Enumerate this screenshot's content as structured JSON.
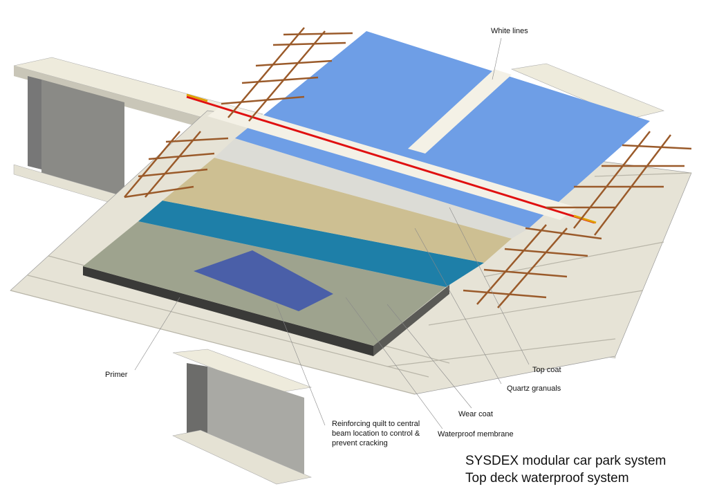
{
  "labels": {
    "white_lines": "White lines",
    "primer": "Primer",
    "top_coat": "Top coat",
    "quartz_granuals": "Quartz granuals",
    "wear_coat": "Wear coat",
    "waterproof_membrane": "Waterproof membrane",
    "reinforcing_quilt": [
      "Reinforcing quilt to central",
      "beam location to control &",
      "prevent cracking"
    ]
  },
  "title": {
    "line1": "SYSDEX  modular car park system",
    "line2": "Top deck waterproof system"
  },
  "colors": {
    "top_coat_blue": "#6e9ee6",
    "quartz_grey": "#dcdcd6",
    "wear_coat_beige": "#cdbf92",
    "membrane_teal": "#1e7fa8",
    "primer_concrete": "#9ea38e",
    "quilt_blue": "#4a5fa8",
    "steel": "#e9e6d8",
    "rebar": "#9a5a2a",
    "red_line": "#e01010"
  }
}
